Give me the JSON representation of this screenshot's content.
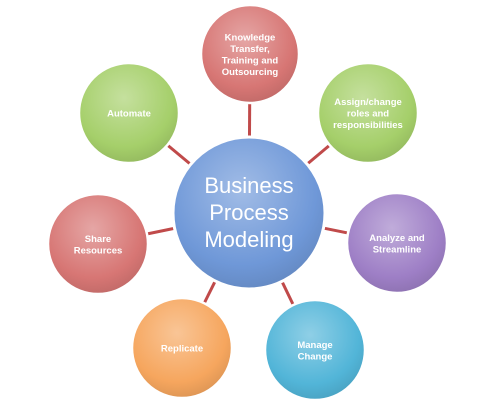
{
  "center": {
    "lines": [
      "Business",
      "Process",
      "Modeling"
    ],
    "color": "#6f98d8"
  },
  "nodes": [
    {
      "key": "knowledge",
      "lines": [
        "Knowledge",
        "Transfer,",
        "Training and",
        "Outsourcing"
      ],
      "color": "#d77674"
    },
    {
      "key": "assign",
      "lines": [
        "Assign/change",
        "roles and",
        "responsibilities"
      ],
      "color": "#a5cf6a"
    },
    {
      "key": "analyze",
      "lines": [
        "Analyze and",
        "Streamline"
      ],
      "color": "#9e7fc6"
    },
    {
      "key": "manage",
      "lines": [
        "Manage",
        "Change"
      ],
      "color": "#52b5d8"
    },
    {
      "key": "replicate",
      "lines": [
        "Replicate"
      ],
      "color": "#f6a65e"
    },
    {
      "key": "share",
      "lines": [
        "Share",
        "Resources"
      ],
      "color": "#d77674"
    },
    {
      "key": "automate",
      "lines": [
        "Automate"
      ],
      "color": "#a5cf6a"
    }
  ],
  "connector_color": "#c04a4a"
}
